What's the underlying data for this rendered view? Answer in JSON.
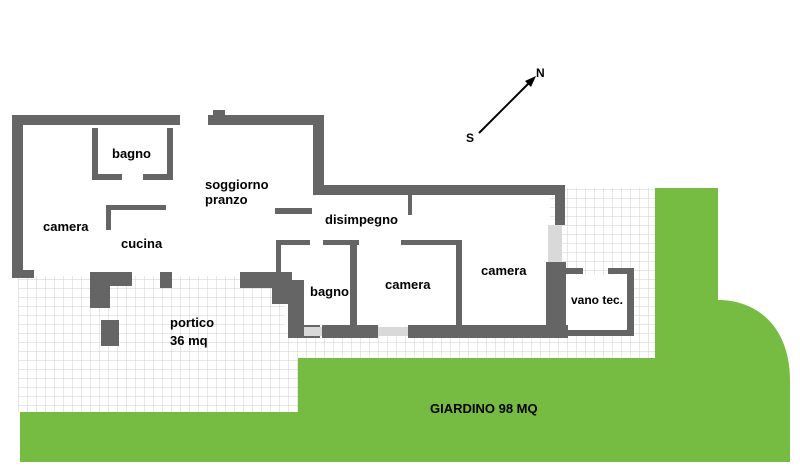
{
  "compass": {
    "north": "N",
    "south": "S"
  },
  "rooms": {
    "camera_left": "camera",
    "bagno_top": "bagno",
    "soggiorno": "soggiorno",
    "pranzo": "pranzo",
    "cucina": "cucina",
    "disimpegno": "disimpegno",
    "bagno_mid": "bagno",
    "camera_mid": "camera",
    "camera_right": "camera",
    "vano_tec": "vano tec."
  },
  "portico": {
    "label": "portico",
    "area": "36 mq"
  },
  "garden": {
    "label": "GIARDINO 98 MQ"
  },
  "colors": {
    "wall": "#656565",
    "garden": "#76BC43",
    "tile_grid": "#cfcfcf",
    "window": "#d9d9d9"
  }
}
